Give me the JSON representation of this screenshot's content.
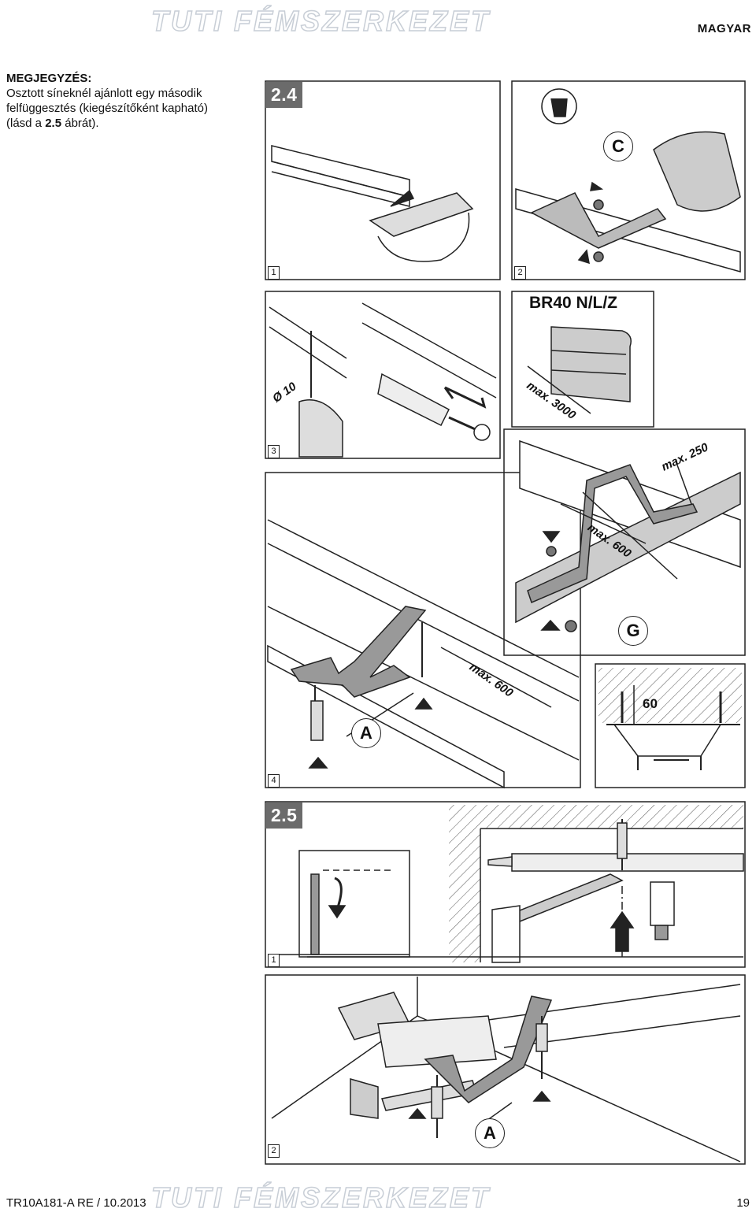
{
  "header": {
    "logo": "TUTI FÉMSZERKEZET",
    "language": "MAGYAR"
  },
  "note": {
    "title": "MEGJEGYZÉS:",
    "line1": "Osztott síneknél ajánlott egy második",
    "line2": "felfüggesztés (kiegészítőként kapható)",
    "line3_a": "(lásd a ",
    "line3_ref": "2.5",
    "line3_b": " ábrát)."
  },
  "figure_2_4": {
    "label": "2.4",
    "panels": [
      "1",
      "2",
      "3",
      "4"
    ],
    "model": "BR40 N/L/Z",
    "callouts": {
      "c": "C",
      "g": "G",
      "a": "A"
    },
    "dims": {
      "drill": "Ø 10",
      "max3000": "max. 3000",
      "max250": "max. 250",
      "max600a": "max. 600",
      "max600b": "max. 600",
      "d60": "60"
    }
  },
  "figure_2_5": {
    "label": "2.5",
    "panels": [
      "1",
      "2"
    ],
    "callout_a": "A"
  },
  "footer": {
    "doc": "TR10A181-A RE / 10.2013",
    "page": "19",
    "logo": "TUTI FÉMSZERKEZET"
  }
}
